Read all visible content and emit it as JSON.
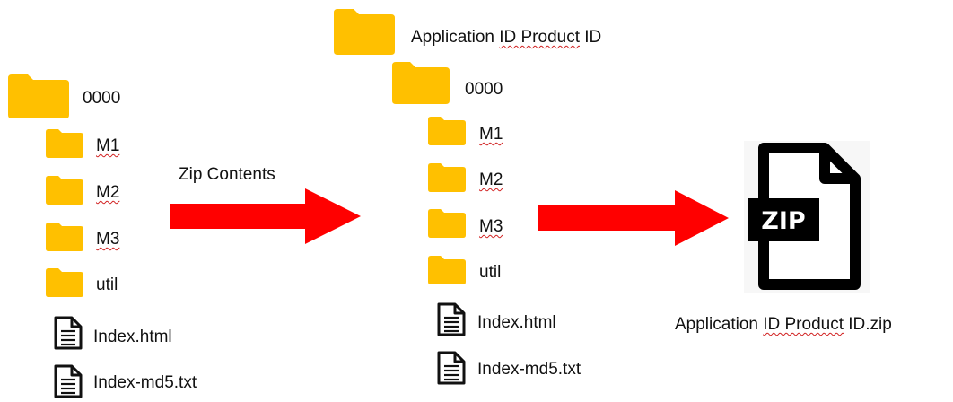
{
  "colors": {
    "folder": "#FFC000",
    "arrow": "#FF0000",
    "text": "#111111"
  },
  "left_tree": {
    "root": "0000",
    "m1": "M1",
    "m2": "M2",
    "m3": "M3",
    "util": "util",
    "index_html": "Index.html",
    "index_md5": "Index-md5.txt"
  },
  "step1": {
    "label": "Zip Contents"
  },
  "middle_tree": {
    "app_root_part1": "Application ",
    "app_root_part2": "ID  Product",
    "app_root_part3": " ID",
    "root": "0000",
    "m1": "M1",
    "m2": "M2",
    "m3": "M3",
    "util": "util",
    "index_html": "Index.html",
    "index_md5": "Index-md5.txt"
  },
  "zip_output": {
    "icon_text": "ZIP",
    "file_part1": "Application ",
    "file_part2": "ID  Product",
    "file_part3": " ID.zip"
  },
  "icons": {
    "folder": "folder-icon",
    "document": "document-icon",
    "zip": "zip-file-icon"
  }
}
